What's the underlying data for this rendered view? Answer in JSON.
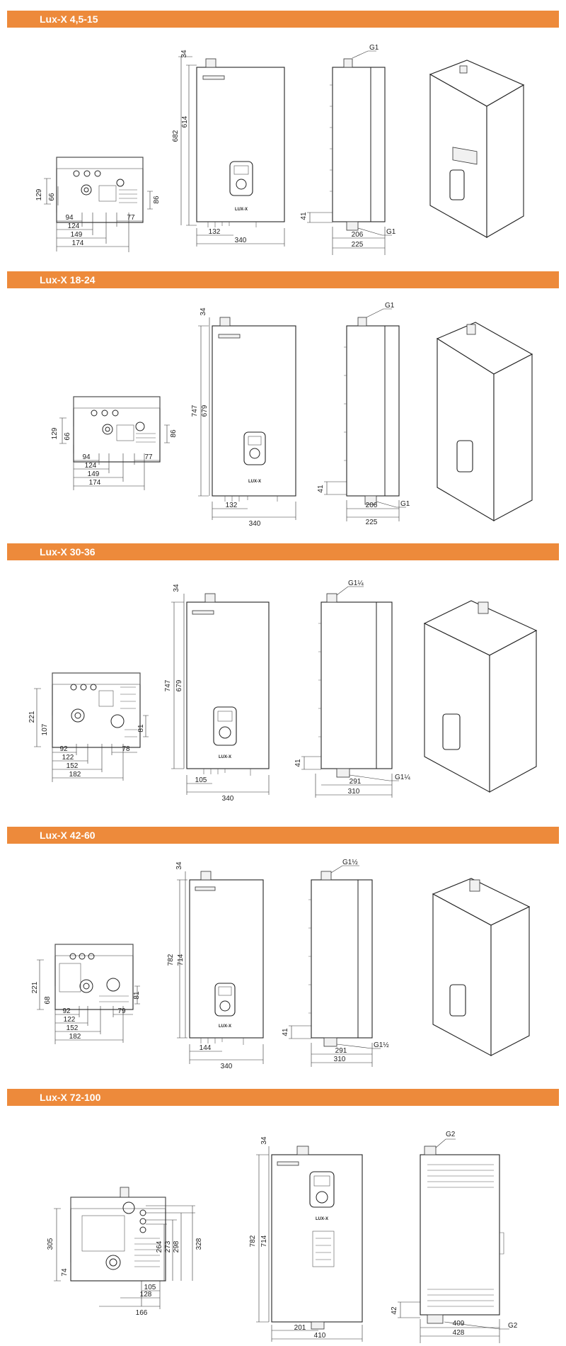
{
  "sections": [
    {
      "title": "Lux-X 4,5-15",
      "top_view": {
        "h1": "129",
        "h2": "66",
        "h3": "86",
        "w1": "94",
        "w2": "124",
        "w3": "149",
        "w4": "174",
        "w5": "77"
      },
      "front_view": {
        "h_total": "682",
        "h_body": "614",
        "h_top": "34",
        "w_offset": "132",
        "w_total": "340",
        "brand": "LUX-X"
      },
      "side_view": {
        "pipe_top": "G1",
        "pipe_bottom": "G1",
        "h_bottom": "41",
        "w_inner": "206",
        "w_total": "225"
      }
    },
    {
      "title": "Lux-X 18-24",
      "top_view": {
        "h1": "129",
        "h2": "66",
        "h3": "86",
        "w1": "94",
        "w2": "124",
        "w3": "149",
        "w4": "174",
        "w5": "77"
      },
      "front_view": {
        "h_total": "747",
        "h_body": "679",
        "h_top": "34",
        "w_offset": "132",
        "w_total": "340",
        "brand": "LUX-X"
      },
      "side_view": {
        "pipe_top": "G1",
        "pipe_bottom": "G1",
        "h_bottom": "41",
        "w_inner": "206",
        "w_total": "225"
      }
    },
    {
      "title": "Lux-X 30-36",
      "top_view": {
        "h1": "221",
        "h2": "107",
        "h3": "81",
        "w1": "92",
        "w2": "122",
        "w3": "152",
        "w4": "182",
        "w5": "78"
      },
      "front_view": {
        "h_total": "747",
        "h_body": "679",
        "h_top": "34",
        "w_offset": "105",
        "w_total": "340",
        "brand": "LUX-X"
      },
      "side_view": {
        "pipe_top": "G1¼",
        "pipe_bottom": "G1¼",
        "h_bottom": "41",
        "w_inner": "291",
        "w_total": "310"
      }
    },
    {
      "title": "Lux-X 42-60",
      "top_view": {
        "h1": "221",
        "h2": "68",
        "h3": "81",
        "w1": "92",
        "w2": "122",
        "w3": "152",
        "w4": "182",
        "w5": "79"
      },
      "front_view": {
        "h_total": "782",
        "h_body": "714",
        "h_top": "34",
        "w_offset": "144",
        "w_total": "340",
        "brand": "LUX-X"
      },
      "side_view": {
        "pipe_top": "G1½",
        "pipe_bottom": "G1½",
        "h_bottom": "41",
        "w_inner": "291",
        "w_total": "310"
      }
    },
    {
      "title": "Lux-X 72-100",
      "top_view": {
        "h1": "305",
        "h2": "74",
        "v1": "264",
        "v2": "273",
        "v3": "298",
        "v4": "328",
        "w1": "105",
        "w2": "128",
        "w3": "166"
      },
      "front_view": {
        "h_total": "782",
        "h_body": "714",
        "h_top": "34",
        "w_offset": "201",
        "w_total": "410",
        "brand": "LUX-X"
      },
      "side_view": {
        "pipe_top": "G2",
        "pipe_bottom": "G2",
        "h_bottom": "42",
        "w_inner": "409",
        "w_total": "428"
      }
    }
  ]
}
